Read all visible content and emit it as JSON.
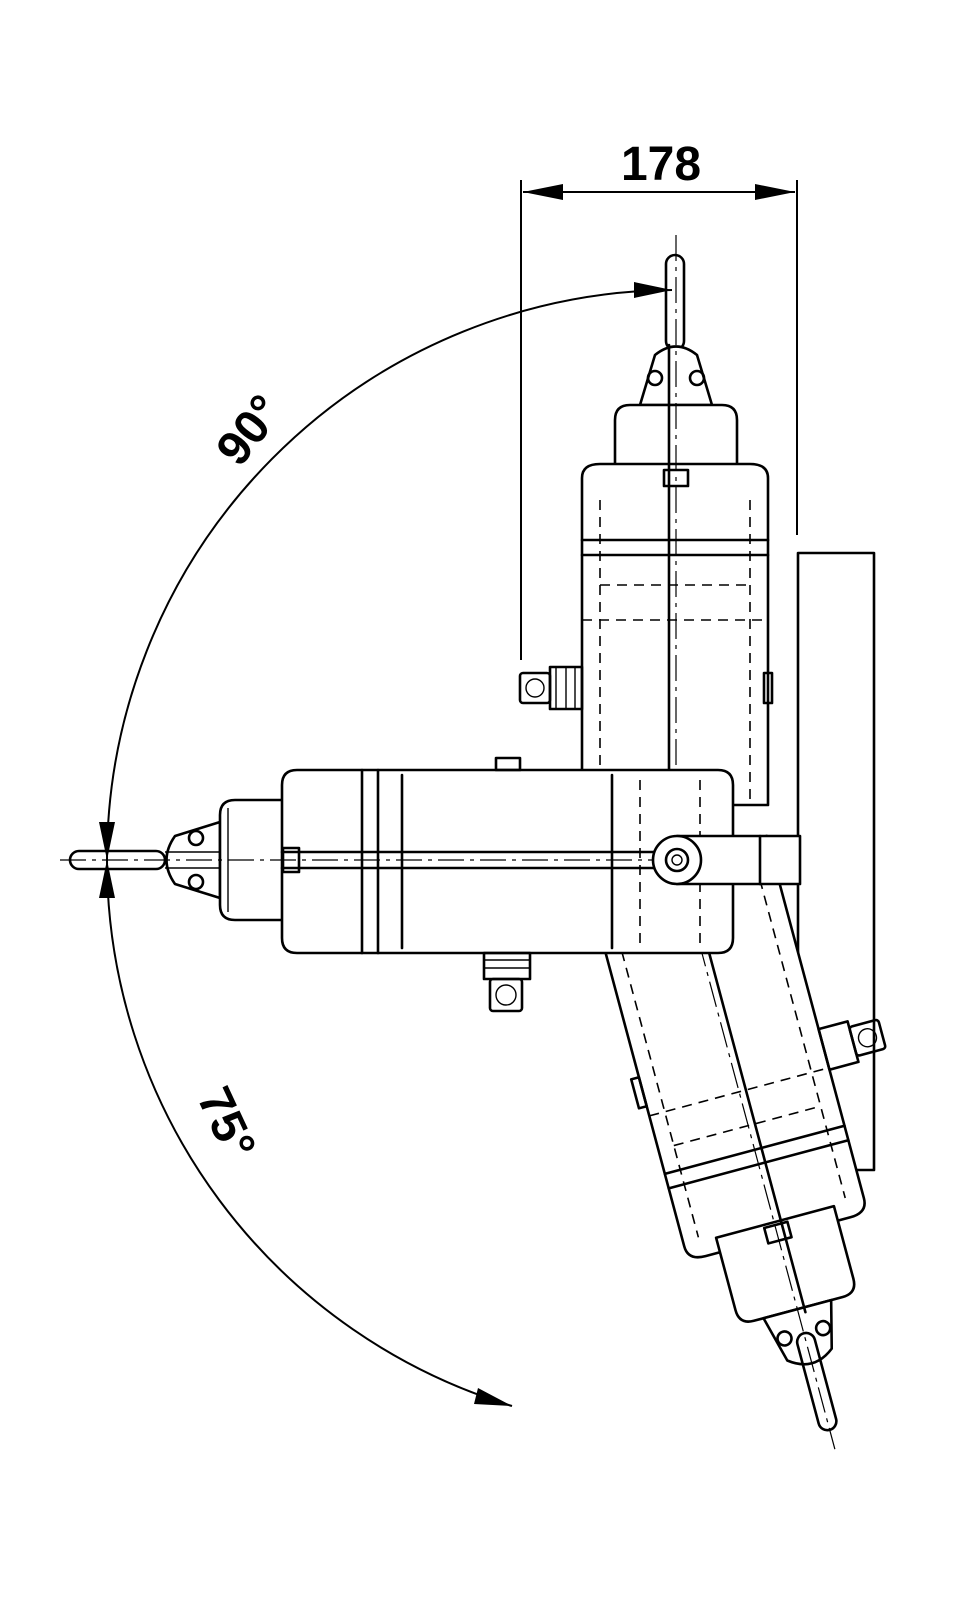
{
  "drawing": {
    "dimension_width": "178",
    "angle_upper": "90°",
    "angle_lower": "75°"
  }
}
